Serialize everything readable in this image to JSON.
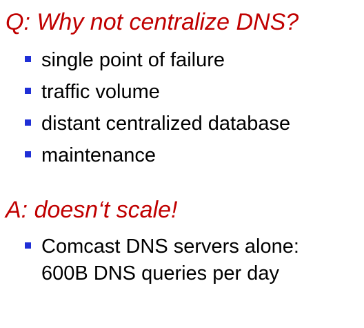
{
  "question": {
    "heading": "Q: Why not centralize DNS?",
    "bullets": [
      "single point of failure",
      "traffic volume",
      "distant centralized database",
      "maintenance"
    ]
  },
  "answer": {
    "heading": "A: doesn‘t scale!",
    "bullets": [
      "Comcast DNS servers alone: 600B DNS queries per day"
    ]
  },
  "colors": {
    "heading": "#c00000",
    "bullet_marker": "#1f2fd6",
    "text": "#000000",
    "background": "#ffffff"
  }
}
